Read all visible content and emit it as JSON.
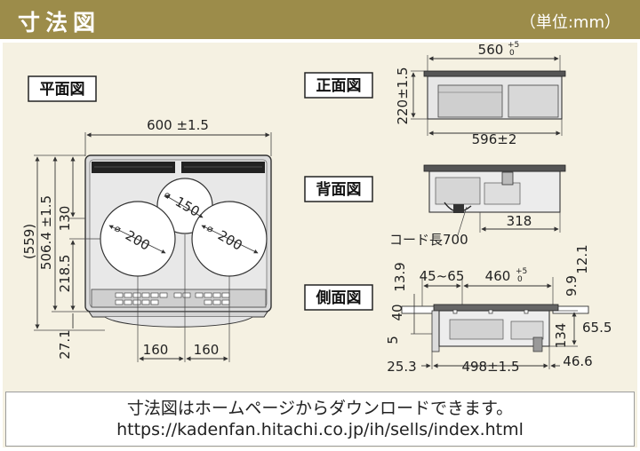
{
  "header": {
    "title": "寸法図",
    "unit": "（単位:mm）"
  },
  "views": {
    "plan": "平面図",
    "front": "正面図",
    "back": "背面図",
    "side": "側面図"
  },
  "plan_dims": {
    "width": "600 ±1.5",
    "overall_depth": "(559)",
    "depth": "506.4 ±1.5",
    "burner_offset": "218.5",
    "rear_burner_offset": "130",
    "front_protrusion": "27.1",
    "left_spacing": "160",
    "right_spacing": "160",
    "rear_burner_dia": "150",
    "left_burner_dia": "200",
    "right_burner_dia": "200"
  },
  "front_dims": {
    "top_width": "560",
    "top_tol_upper": "+5",
    "top_tol_lower": "0",
    "height": "220±1.5",
    "width": "596±2"
  },
  "back_dims": {
    "cord_length": "コード長700",
    "offset": "318"
  },
  "side_dims": {
    "top_gap": "13.9",
    "range": "45~65",
    "width": "460",
    "width_tol_upper": "+5",
    "width_tol_lower": "0",
    "right_top": "12.1",
    "right_mid": "9.9",
    "left_40": "40",
    "left_5": "5",
    "depth_134": "134",
    "depth_65_5": "65.5",
    "bottom_left": "25.3",
    "bottom_width": "498±1.5",
    "bottom_right": "46.6"
  },
  "note": {
    "line1": "寸法図はホームページからダウンロードできます。",
    "line2": "https://kadenfan.hitachi.co.jp/ih/sells/index.html"
  },
  "colors": {
    "header": "#9c8c4a",
    "panel": "#f5f1e2"
  }
}
